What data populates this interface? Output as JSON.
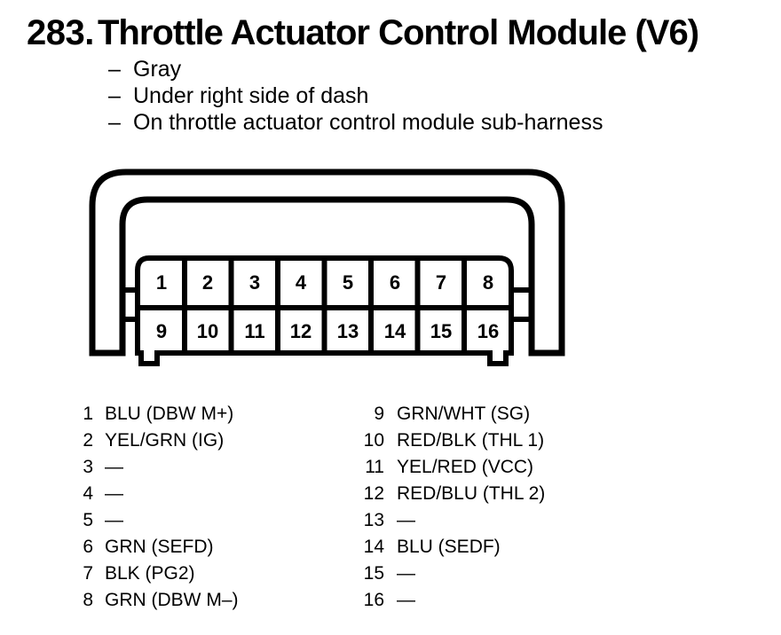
{
  "header": {
    "section_number": "283.",
    "title": "Throttle Actuator Control Module (V6)"
  },
  "details": {
    "dash": "–",
    "items": [
      "Gray",
      "Under right side of dash",
      "On throttle actuator control module sub-harness"
    ]
  },
  "connector": {
    "top_row_pins": [
      "1",
      "2",
      "3",
      "4",
      "5",
      "6",
      "7",
      "8"
    ],
    "bottom_row_pins": [
      "9",
      "10",
      "11",
      "12",
      "13",
      "14",
      "15",
      "16"
    ]
  },
  "pin_table": {
    "left": [
      {
        "pin": "1",
        "label": "BLU (DBW M+)"
      },
      {
        "pin": "2",
        "label": "YEL/GRN (IG)"
      },
      {
        "pin": "3",
        "label": "—"
      },
      {
        "pin": "4",
        "label": "—"
      },
      {
        "pin": "5",
        "label": "—"
      },
      {
        "pin": "6",
        "label": "GRN (SEFD)"
      },
      {
        "pin": "7",
        "label": "BLK (PG2)"
      },
      {
        "pin": "8",
        "label": "GRN (DBW M–)"
      }
    ],
    "right": [
      {
        "pin": "9",
        "label": "GRN/WHT (SG)"
      },
      {
        "pin": "10",
        "label": "RED/BLK (THL 1)"
      },
      {
        "pin": "11",
        "label": "YEL/RED (VCC)"
      },
      {
        "pin": "12",
        "label": "RED/BLU (THL 2)"
      },
      {
        "pin": "13",
        "label": "—"
      },
      {
        "pin": "14",
        "label": "BLU (SEDF)"
      },
      {
        "pin": "15",
        "label": "—"
      },
      {
        "pin": "16",
        "label": "—"
      }
    ]
  },
  "colors": {
    "ink": "#000000",
    "paper": "#ffffff"
  }
}
